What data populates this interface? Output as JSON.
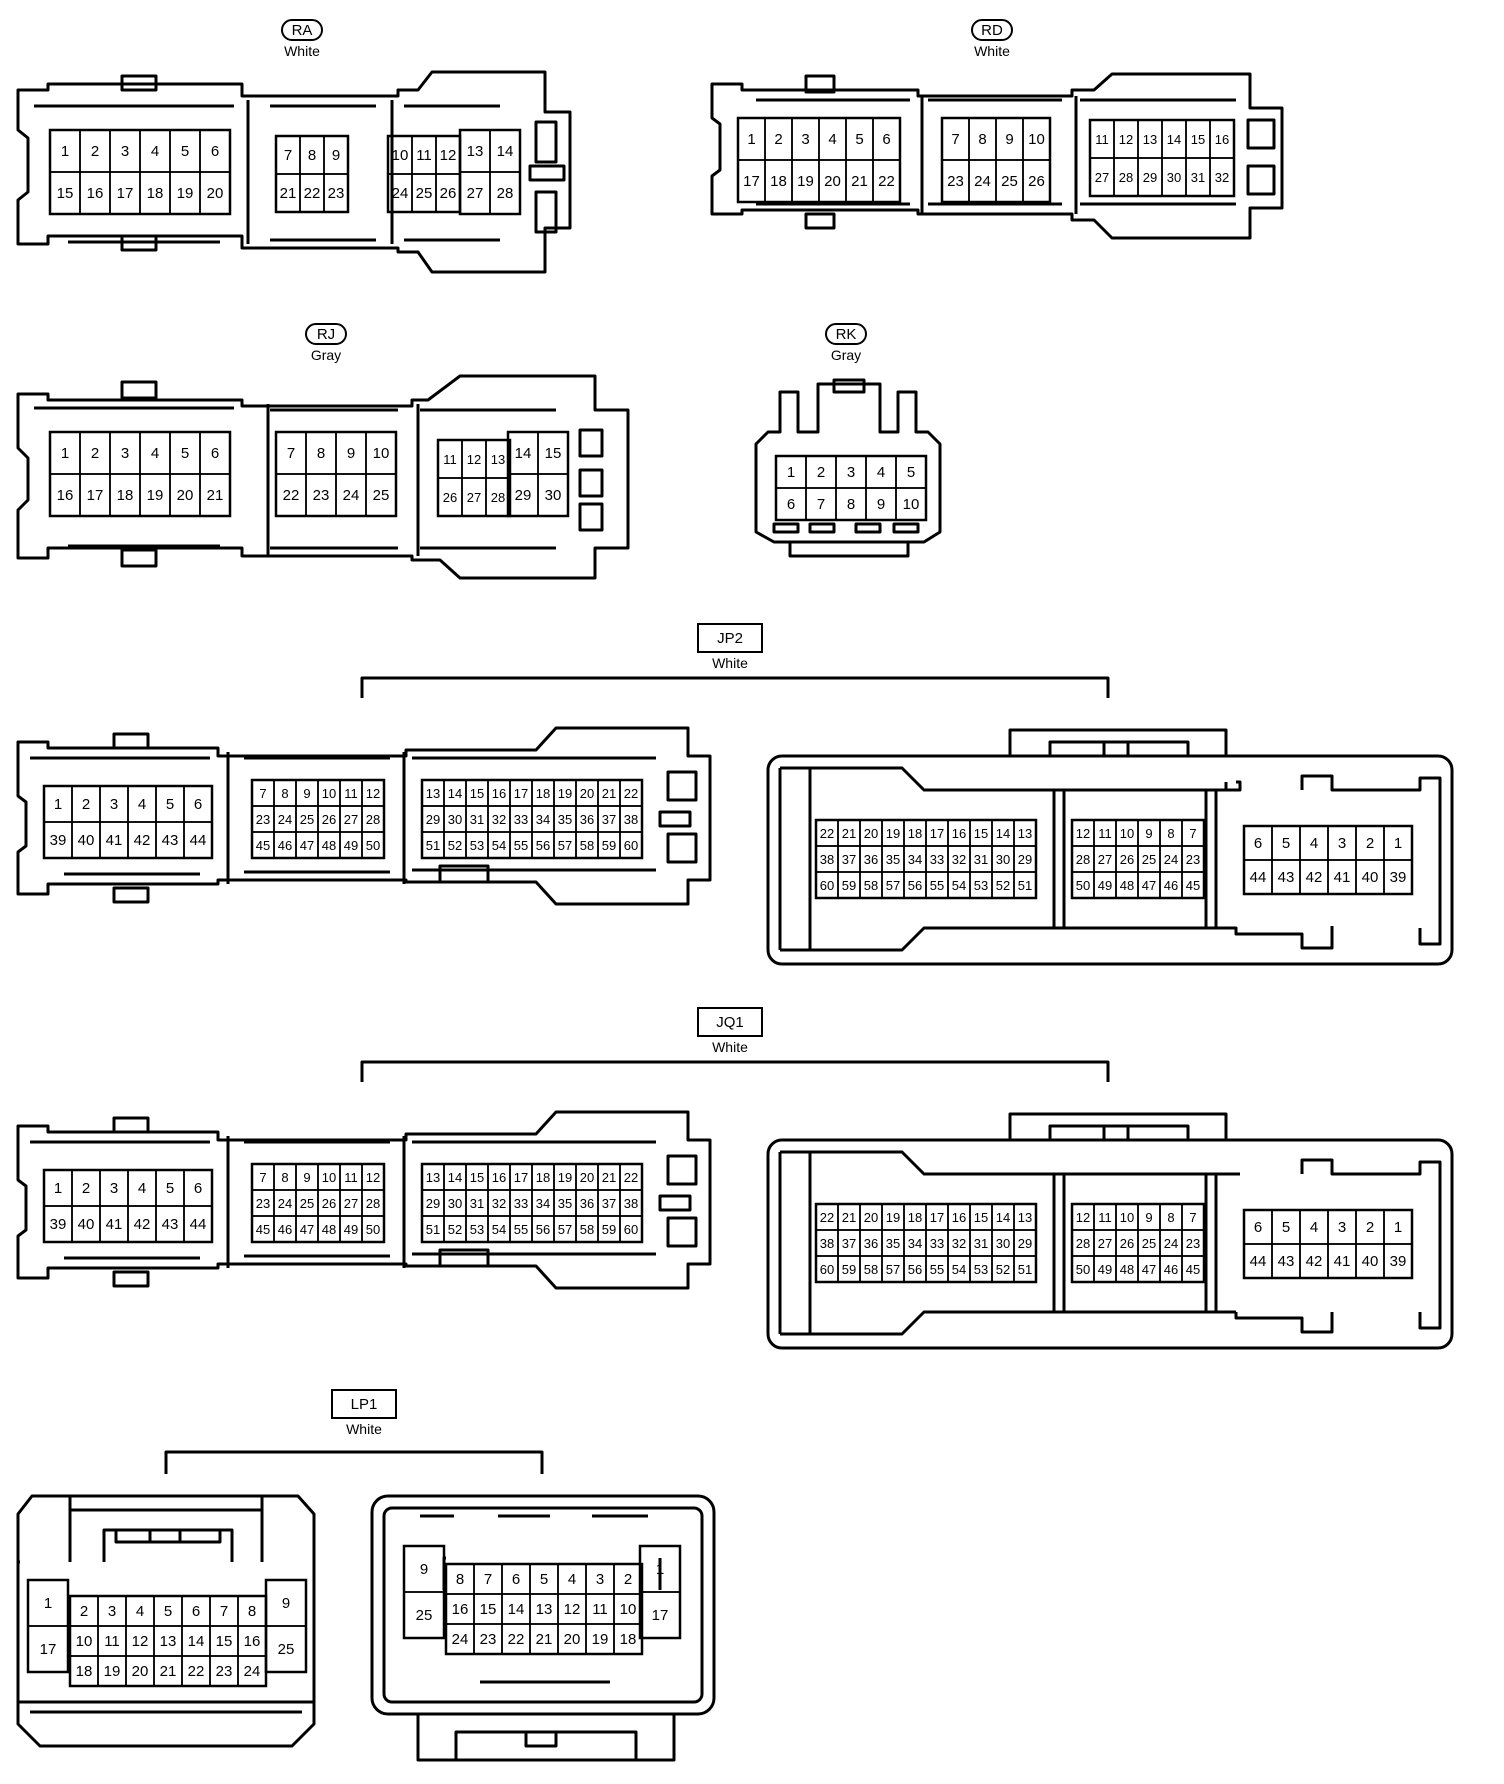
{
  "connectors": {
    "RA": {
      "code": "RA",
      "color": "White",
      "rows": [
        [
          "1",
          "2",
          "3",
          "4",
          "5",
          "6",
          "7",
          "8",
          "9",
          "10",
          "11",
          "12",
          "13",
          "14"
        ],
        [
          "15",
          "16",
          "17",
          "18",
          "19",
          "20",
          "21",
          "22",
          "23",
          "24",
          "25",
          "26",
          "27",
          "28"
        ]
      ]
    },
    "RD": {
      "code": "RD",
      "color": "White",
      "rows": [
        [
          "1",
          "2",
          "3",
          "4",
          "5",
          "6",
          "7",
          "8",
          "9",
          "10",
          "11",
          "12",
          "13",
          "14",
          "15",
          "16"
        ],
        [
          "17",
          "18",
          "19",
          "20",
          "21",
          "22",
          "23",
          "24",
          "25",
          "26",
          "27",
          "28",
          "29",
          "30",
          "31",
          "32"
        ]
      ]
    },
    "RJ": {
      "code": "RJ",
      "color": "Gray",
      "rows": [
        [
          "1",
          "2",
          "3",
          "4",
          "5",
          "6",
          "7",
          "8",
          "9",
          "10",
          "11",
          "12",
          "13",
          "14",
          "15"
        ],
        [
          "16",
          "17",
          "18",
          "19",
          "20",
          "21",
          "22",
          "23",
          "24",
          "25",
          "26",
          "27",
          "28",
          "29",
          "30"
        ]
      ]
    },
    "RK": {
      "code": "RK",
      "color": "Gray",
      "rows": [
        [
          "1",
          "2",
          "3",
          "4",
          "5"
        ],
        [
          "6",
          "7",
          "8",
          "9",
          "10"
        ]
      ]
    },
    "JP2": {
      "code": "JP2",
      "color": "White"
    },
    "JQ1": {
      "code": "JQ1",
      "color": "White"
    },
    "LP1": {
      "code": "LP1",
      "color": "White"
    }
  },
  "jp2_left": {
    "a": [
      [
        "1",
        "2",
        "3",
        "4",
        "5",
        "6"
      ],
      [
        "39",
        "40",
        "41",
        "42",
        "43",
        "44"
      ]
    ],
    "b": [
      [
        "7",
        "8",
        "9",
        "10",
        "11",
        "12"
      ],
      [
        "23",
        "24",
        "25",
        "26",
        "27",
        "28"
      ],
      [
        "45",
        "46",
        "47",
        "48",
        "49",
        "50"
      ]
    ],
    "c": [
      [
        "13",
        "14",
        "15",
        "16",
        "17",
        "18",
        "19",
        "20",
        "21",
        "22"
      ],
      [
        "29",
        "30",
        "31",
        "32",
        "33",
        "34",
        "35",
        "36",
        "37",
        "38"
      ],
      [
        "51",
        "52",
        "53",
        "54",
        "55",
        "56",
        "57",
        "58",
        "59",
        "60"
      ]
    ]
  },
  "jp2_right": {
    "a": [
      [
        "22",
        "21",
        "20",
        "19",
        "18",
        "17",
        "16",
        "15",
        "14",
        "13"
      ],
      [
        "38",
        "37",
        "36",
        "35",
        "34",
        "33",
        "32",
        "31",
        "30",
        "29"
      ],
      [
        "60",
        "59",
        "58",
        "57",
        "56",
        "55",
        "54",
        "53",
        "52",
        "51"
      ]
    ],
    "b": [
      [
        "12",
        "11",
        "10",
        "9",
        "8",
        "7"
      ],
      [
        "28",
        "27",
        "26",
        "25",
        "24",
        "23"
      ],
      [
        "50",
        "49",
        "48",
        "47",
        "46",
        "45"
      ]
    ],
    "c": [
      [
        "6",
        "5",
        "4",
        "3",
        "2",
        "1"
      ],
      [
        "44",
        "43",
        "42",
        "41",
        "40",
        "39"
      ]
    ]
  },
  "lp1_left": {
    "side_l": [
      [
        "1"
      ],
      [
        "17"
      ]
    ],
    "mid": [
      [
        "2",
        "3",
        "4",
        "5",
        "6",
        "7",
        "8"
      ],
      [
        "10",
        "11",
        "12",
        "13",
        "14",
        "15",
        "16"
      ],
      [
        "18",
        "19",
        "20",
        "21",
        "22",
        "23",
        "24"
      ]
    ],
    "side_r": [
      [
        "9"
      ],
      [
        "25"
      ]
    ]
  },
  "lp1_right": {
    "side_l": [
      [
        "9"
      ],
      [
        "25"
      ]
    ],
    "mid": [
      [
        "8",
        "7",
        "6",
        "5",
        "4",
        "3",
        "2"
      ],
      [
        "16",
        "15",
        "14",
        "13",
        "12",
        "11",
        "10"
      ],
      [
        "24",
        "23",
        "22",
        "21",
        "20",
        "19",
        "18"
      ]
    ],
    "side_r": [
      [
        "1"
      ],
      [
        "17"
      ]
    ]
  }
}
